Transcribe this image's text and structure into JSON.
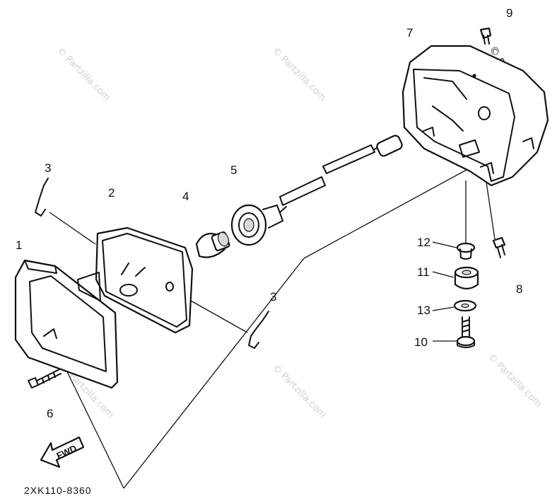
{
  "diagram": {
    "code": "2XK110-8360",
    "direction_label": "FWD",
    "watermark": "© Partzilla.com",
    "callouts": [
      "1",
      "2",
      "3",
      "3",
      "4",
      "5",
      "6",
      "7",
      "8",
      "9",
      "10",
      "11",
      "12",
      "13"
    ]
  }
}
